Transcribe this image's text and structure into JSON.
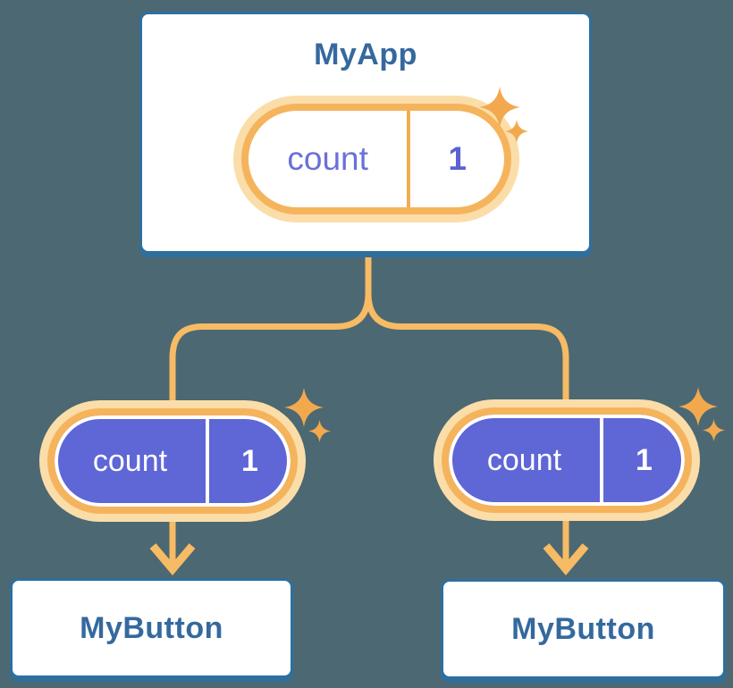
{
  "canvas": {
    "background": "#4C6872"
  },
  "palette": {
    "card_border_blue": "#2E6F9E",
    "card_fill": "#FFFFFF",
    "title_blue": "#35699E",
    "connector_orange": "#F6BB64",
    "pill_ring_orange": "#F5B45C",
    "pill_glow_orange": "#FBDDA9",
    "pill_purple": "#5F66D6",
    "state_name_purple": "#6970DA",
    "state_value_purple": "#5A61D2",
    "pill_text_white": "#FFFFFF",
    "sparkle_orange": "#F2A94E"
  },
  "icons": {
    "sparkle": "sparkle-icon (four-point star)",
    "arrow": "arrow-down-icon (orange chevron arrow)"
  },
  "diagram": {
    "root": {
      "title": "MyApp",
      "state": {
        "name": "count",
        "value": "1"
      }
    },
    "children": [
      {
        "title": "MyButton",
        "state": {
          "name": "count",
          "value": "1"
        }
      },
      {
        "title": "MyButton",
        "state": {
          "name": "count",
          "value": "1"
        }
      }
    ]
  }
}
